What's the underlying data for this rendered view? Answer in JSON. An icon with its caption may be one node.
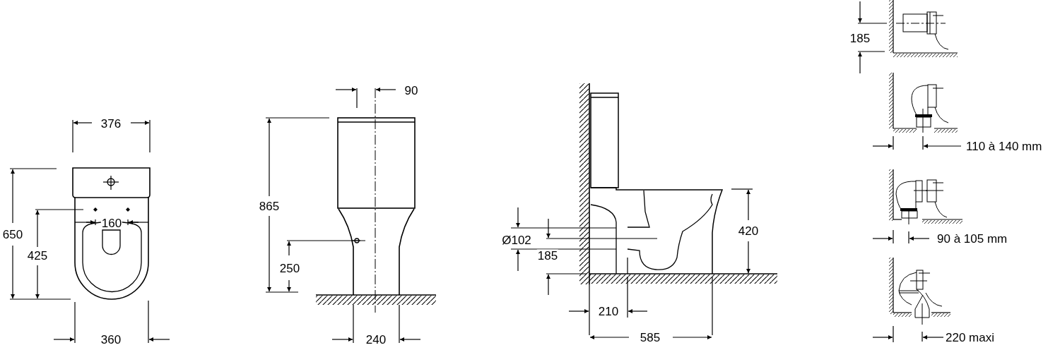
{
  "diagram": {
    "labels": [
      "376",
      "650",
      "160",
      "425",
      "360",
      "90",
      "865",
      "250",
      "240",
      "Ø102",
      "185",
      "420",
      "210",
      "585",
      "185",
      "110 à 140 mm",
      "90 à 105 mm",
      "220 maxi"
    ]
  }
}
